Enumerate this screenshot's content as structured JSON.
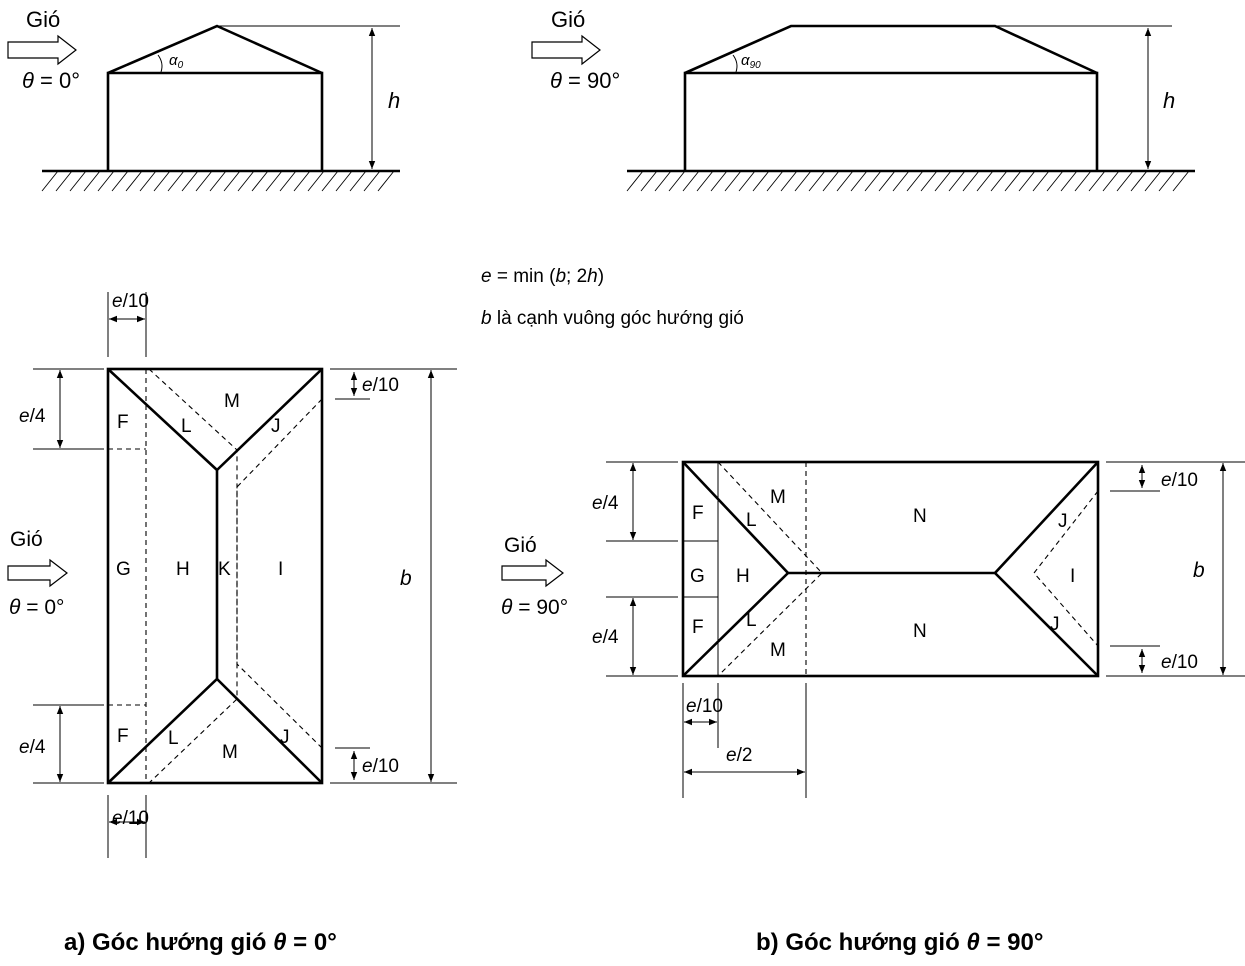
{
  "wind_word": "Gió",
  "angle_0": "θ = 0°",
  "angle_90": "θ = 90°",
  "alpha_0": {
    "sym": "α",
    "sub": "0"
  },
  "alpha_90": {
    "sym": "α",
    "sub": "90"
  },
  "height": "h",
  "width": "b",
  "notes": {
    "line1": {
      "var": "e",
      "text": " = min (",
      "b": "b",
      "sep": "; 2",
      "h": "h",
      "close": ")"
    },
    "line2": {
      "var": "b",
      "text": " là cạnh vuông góc hướng gió"
    }
  },
  "dims": {
    "e10": {
      "e": "e",
      "rest": "/10"
    },
    "e4": {
      "e": "e",
      "rest": "/4"
    },
    "e2": {
      "e": "e",
      "rest": "/2"
    }
  },
  "zones": {
    "F": "F",
    "G": "G",
    "H": "H",
    "I": "I",
    "J": "J",
    "K": "K",
    "L": "L",
    "M": "M",
    "N": "N"
  },
  "captions": {
    "a": {
      "prefix": "a) Góc hướng gió ",
      "theta": "θ",
      "suffix": " = 0°"
    },
    "b": {
      "prefix": "b) Góc hướng gió ",
      "theta": "θ",
      "suffix": " = 90°"
    }
  }
}
